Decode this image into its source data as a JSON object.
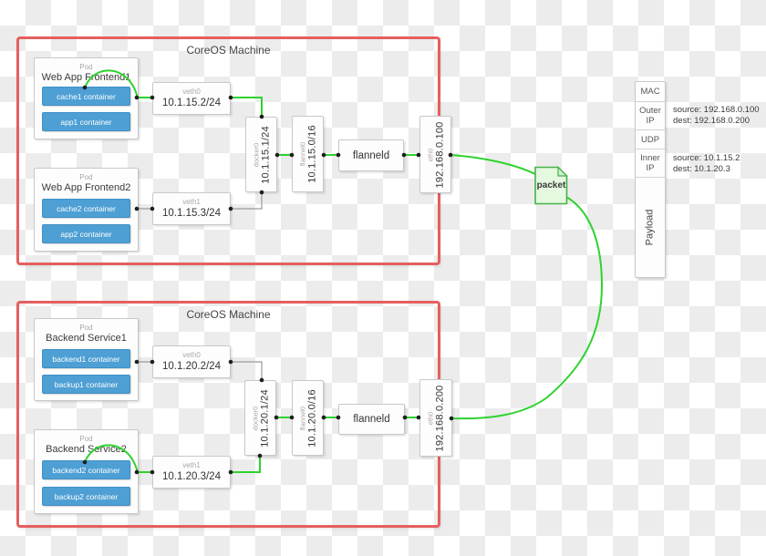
{
  "machines": [
    {
      "title": "CoreOS Machine",
      "pods": [
        {
          "kind": "Pod",
          "name": "Web App Frontend1",
          "containers": [
            "cache1 container",
            "app1 container"
          ]
        },
        {
          "kind": "Pod",
          "name": "Web App Frontend2",
          "containers": [
            "cache2 container",
            "app2 container"
          ]
        }
      ],
      "veth0": {
        "name": "veth0",
        "ip": "10.1.15.2/24"
      },
      "veth1": {
        "name": "veth1",
        "ip": "10.1.15.3/24"
      },
      "docker0": {
        "name": "docker0",
        "ip": "10.1.15.1/24"
      },
      "flannel0": {
        "name": "flannel0",
        "ip": "10.1.15.0/16"
      },
      "flanneld": {
        "label": "flanneld"
      },
      "eth0": {
        "name": "eth0",
        "ip": "192.168.0.100"
      }
    },
    {
      "title": "CoreOS Machine",
      "pods": [
        {
          "kind": "Pod",
          "name": "Backend Service1",
          "containers": [
            "backend1 container",
            "backup1 container"
          ]
        },
        {
          "kind": "Pod",
          "name": "Backend Service2",
          "containers": [
            "backend2 container",
            "backup2 container"
          ]
        }
      ],
      "veth0": {
        "name": "veth0",
        "ip": "10.1.20.2/24"
      },
      "veth1": {
        "name": "veth1",
        "ip": "10.1.20.3/24"
      },
      "docker0": {
        "name": "docker0",
        "ip": "10.1.20.1/24"
      },
      "flannel0": {
        "name": "flannel0",
        "ip": "10.1.20.0/16"
      },
      "flanneld": {
        "label": "flanneld"
      },
      "eth0": {
        "name": "eth0",
        "ip": "192.168.0.200"
      }
    }
  ],
  "packet_note": {
    "label": "packet"
  },
  "packet_structure": {
    "mac": "MAC",
    "outer_ip": "Outer IP",
    "udp": "UDP",
    "inner_ip": "Inner IP",
    "payload": "Payload",
    "outer_annotation": {
      "source": "source: 192.168.0.100",
      "dest": "dest: 192.168.0.200"
    },
    "inner_annotation": {
      "source": "source: 10.1.15.2",
      "dest": "dest: 10.1.20.3"
    }
  },
  "colors": {
    "machine_border": "#e55f5f",
    "flow_line": "#2ed32e",
    "container_fill": "#4d9fd4",
    "packet_note_fill": "#e5f8e0",
    "packet_note_border": "#47b347",
    "checker_gray": "#ececec"
  }
}
